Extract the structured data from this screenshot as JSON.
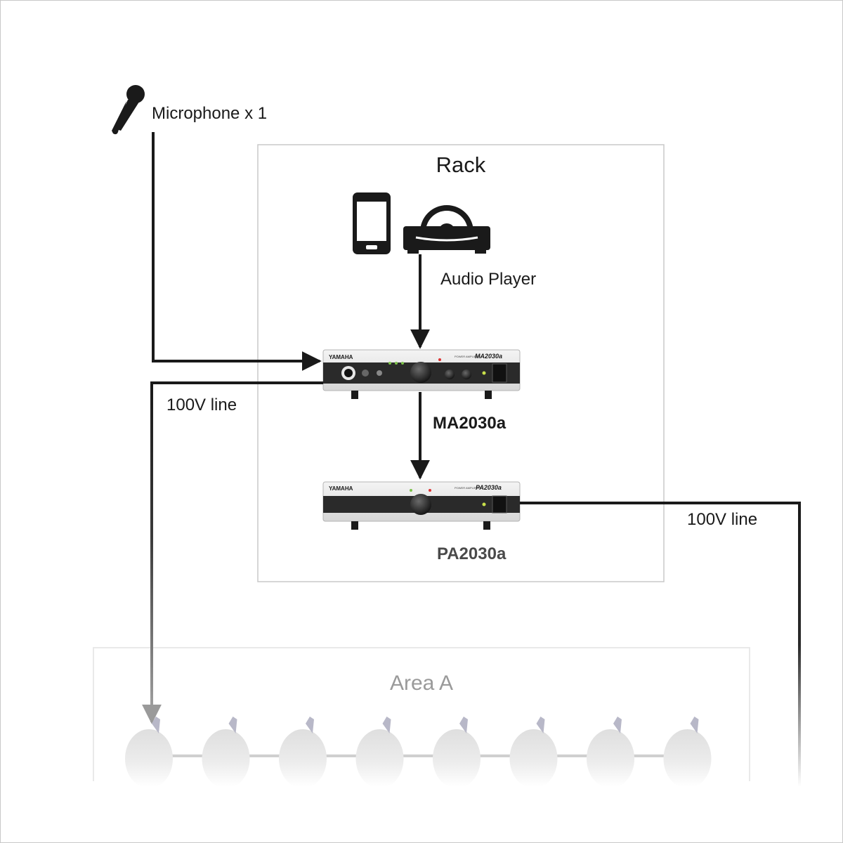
{
  "microphone": {
    "label": "Microphone x 1"
  },
  "rack": {
    "title": "Rack"
  },
  "audio_player": {
    "label": "Audio Player"
  },
  "ma2030a": {
    "model_label": "MA2030a",
    "brand": "YAMAHA",
    "faceplate_model": "MA2030a",
    "faceplate_series": "POWER AMPLIFIER"
  },
  "pa2030a": {
    "model_label": "PA2030a",
    "brand": "YAMAHA",
    "faceplate_model": "PA2030a",
    "faceplate_series": "POWER AMPLIFIER"
  },
  "line_left": {
    "label": "100V line"
  },
  "line_right": {
    "label": "100V line"
  },
  "area": {
    "title": "Area A",
    "speaker_count": 8
  },
  "colors": {
    "line": "#1a1a1a",
    "rack_border": "#c8c8c8",
    "area_border": "#e2e2e2",
    "area_text": "#9a9a9a",
    "device_body": "#e9e9e9",
    "pa_label": "#4a4a4a"
  },
  "icons": [
    "microphone-icon",
    "smartphone-icon",
    "cd-player-icon",
    "ceiling-speaker-icon"
  ]
}
